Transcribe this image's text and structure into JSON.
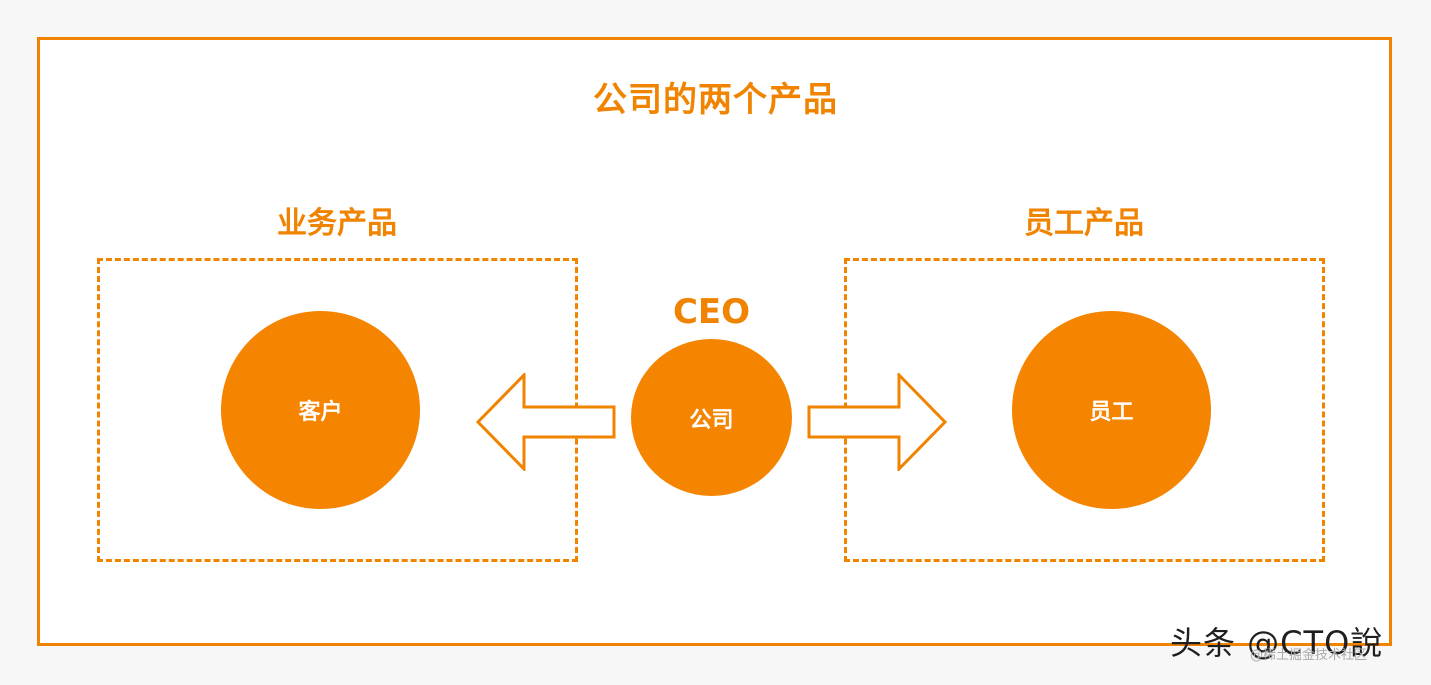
{
  "diagram": {
    "title": "公司的两个产品",
    "left_group": {
      "label": "业务产品",
      "node": "客户"
    },
    "center": {
      "label": "CEO",
      "node": "公司"
    },
    "right_group": {
      "label": "员工产品",
      "node": "员工"
    },
    "arrows": [
      "arrow-left-icon",
      "arrow-right-icon"
    ]
  },
  "watermark": {
    "text": "头条 @CTO說",
    "subtext": "@稀土掘金技术社区"
  },
  "colors": {
    "accent": "#f08300",
    "node_fill": "#f58400",
    "background": "#ffffff"
  }
}
